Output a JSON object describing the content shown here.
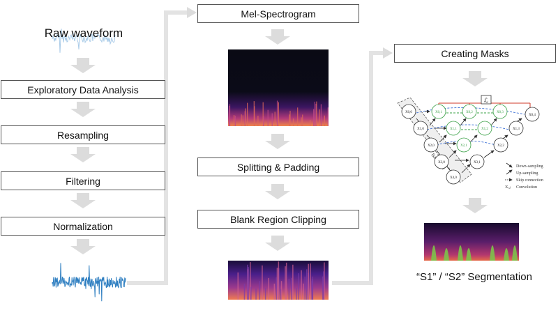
{
  "column1": {
    "raw_label": "Raw waveform",
    "steps": [
      "Exploratory Data Analysis",
      "Resampling",
      "Filtering",
      "Normalization"
    ]
  },
  "column2": {
    "steps": [
      "Mel-Spectrogram",
      "Splitting & Padding",
      "Blank Region Clipping"
    ]
  },
  "column3": {
    "step": "Creating Masks",
    "output_label": "“S1” / “S2” Segmentation"
  },
  "unet": {
    "loss_symbol": "ℒ",
    "backbone_label": "Backbone",
    "nodes": [
      "X0,0",
      "X0,1",
      "X0,2",
      "X0,3",
      "X0,4",
      "X1,0",
      "X1,1",
      "X1,2",
      "X1,3",
      "X2,0",
      "X2,1",
      "X2,2",
      "X3,0",
      "X3,1",
      "X4,0"
    ],
    "legend": [
      "Down-sampling",
      "Up-sampling",
      "Skip connection",
      "Convolution"
    ],
    "legend_conv_symbol": "Xᵢ,ⱼ"
  },
  "colors": {
    "arrow": "#dcdcdc",
    "waveform_raw": "#a9cbe8",
    "waveform_norm": "#2f7fc1",
    "spectrogram_bg": "#0a0a12",
    "mask_green": "#7cc24a",
    "skip_blue": "#3b6fd6",
    "skip_green": "#3aa046",
    "loss_red": "#d23a2a"
  }
}
